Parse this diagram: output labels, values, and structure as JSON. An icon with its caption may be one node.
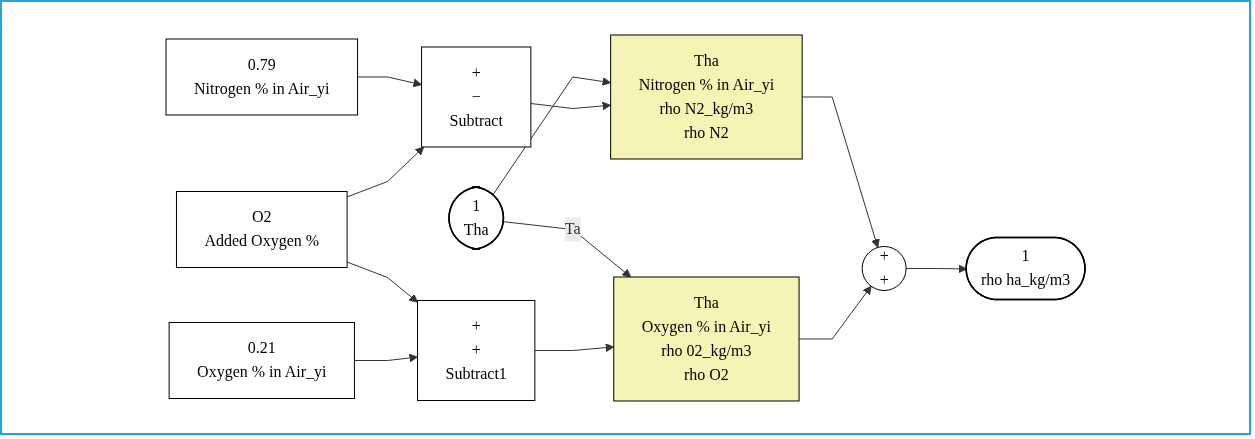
{
  "diagram": {
    "nodes": [
      {
        "text": [
          "1",
          "Tha"
        ]
      },
      {
        "text": [
          "0.79",
          "Nitrogen % in Air_yi"
        ]
      },
      {
        "text": [
          "O2",
          "Added Oxygen %"
        ]
      },
      {
        "text": [
          "0.21",
          "Oxygen % in Air_yi"
        ]
      },
      {
        "text": [
          "+",
          "−",
          "Subtract"
        ]
      },
      {
        "text": [
          "+",
          "+",
          "Subtract1"
        ]
      },
      {
        "text": [
          "Tha",
          "Nitrogen % in Air_yi",
          "rho N2_kg/m3",
          "rho N2"
        ]
      },
      {
        "text": [
          "Tha",
          "Oxygen % in Air_yi",
          "rho 02_kg/m3",
          "rho O2"
        ]
      },
      {
        "text": [
          "+",
          "+"
        ]
      },
      {
        "text": [
          "1",
          "rho ha_kg/m3"
        ]
      }
    ],
    "edges": [
      {
        "from": 0,
        "to": 6,
        "arrow": "to"
      },
      {
        "from": 0,
        "to": 7,
        "arrow": "to",
        "label": "Ta"
      },
      {
        "from": 1,
        "to": 4,
        "arrow": "to"
      },
      {
        "from": 2,
        "to": 4,
        "arrow": "to"
      },
      {
        "from": 2,
        "to": 5,
        "arrow": "to"
      },
      {
        "from": 3,
        "to": 5,
        "arrow": "to"
      },
      {
        "from": 4,
        "to": 6,
        "arrow": "to"
      },
      {
        "from": 5,
        "to": 7,
        "arrow": "to"
      },
      {
        "from": 6,
        "to": 8,
        "arrow": "to"
      },
      {
        "from": 7,
        "to": 8,
        "arrow": "to"
      },
      {
        "from": 8,
        "to": 9,
        "arrow": "to"
      }
    ]
  }
}
